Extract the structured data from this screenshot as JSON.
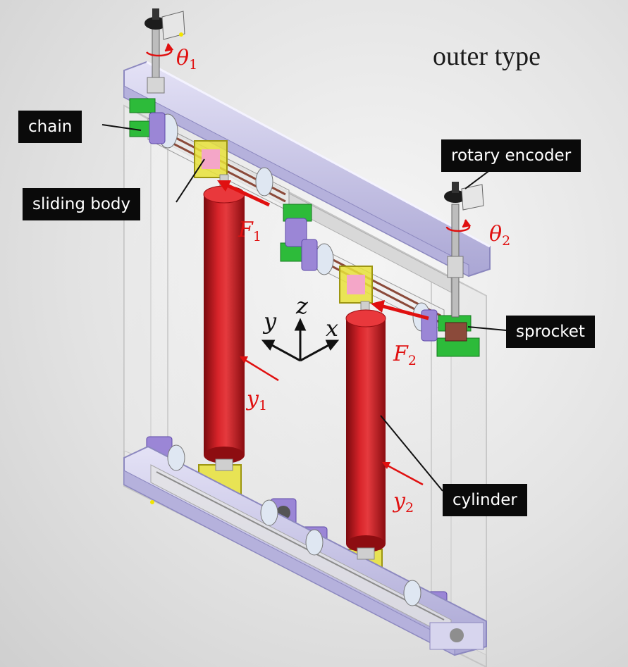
{
  "title": "outer type",
  "callouts": {
    "chain": "chain",
    "sliding_body": "sliding body",
    "rotary_encoder": "rotary encoder",
    "sprocket": "sprocket",
    "cylinder": "cylinder"
  },
  "symbols": {
    "theta1": {
      "base": "θ",
      "sub": "1"
    },
    "theta2": {
      "base": "θ",
      "sub": "2"
    },
    "F1": {
      "base": "F",
      "sub": "1"
    },
    "F2": {
      "base": "F",
      "sub": "2"
    },
    "y1": {
      "base": "y",
      "sub": "1"
    },
    "y2": {
      "base": "y",
      "sub": "2"
    }
  },
  "axes": {
    "x": "x",
    "y": "y",
    "z": "z"
  },
  "colors": {
    "cylinder": "#c9161c",
    "rail": "#c9c6e6",
    "sprocket": "#2dbb3a",
    "bracket": "#9b86d6",
    "slider": "#e8e23a",
    "annotation": "#e01010",
    "callout_bg": "#0a0a0a"
  }
}
